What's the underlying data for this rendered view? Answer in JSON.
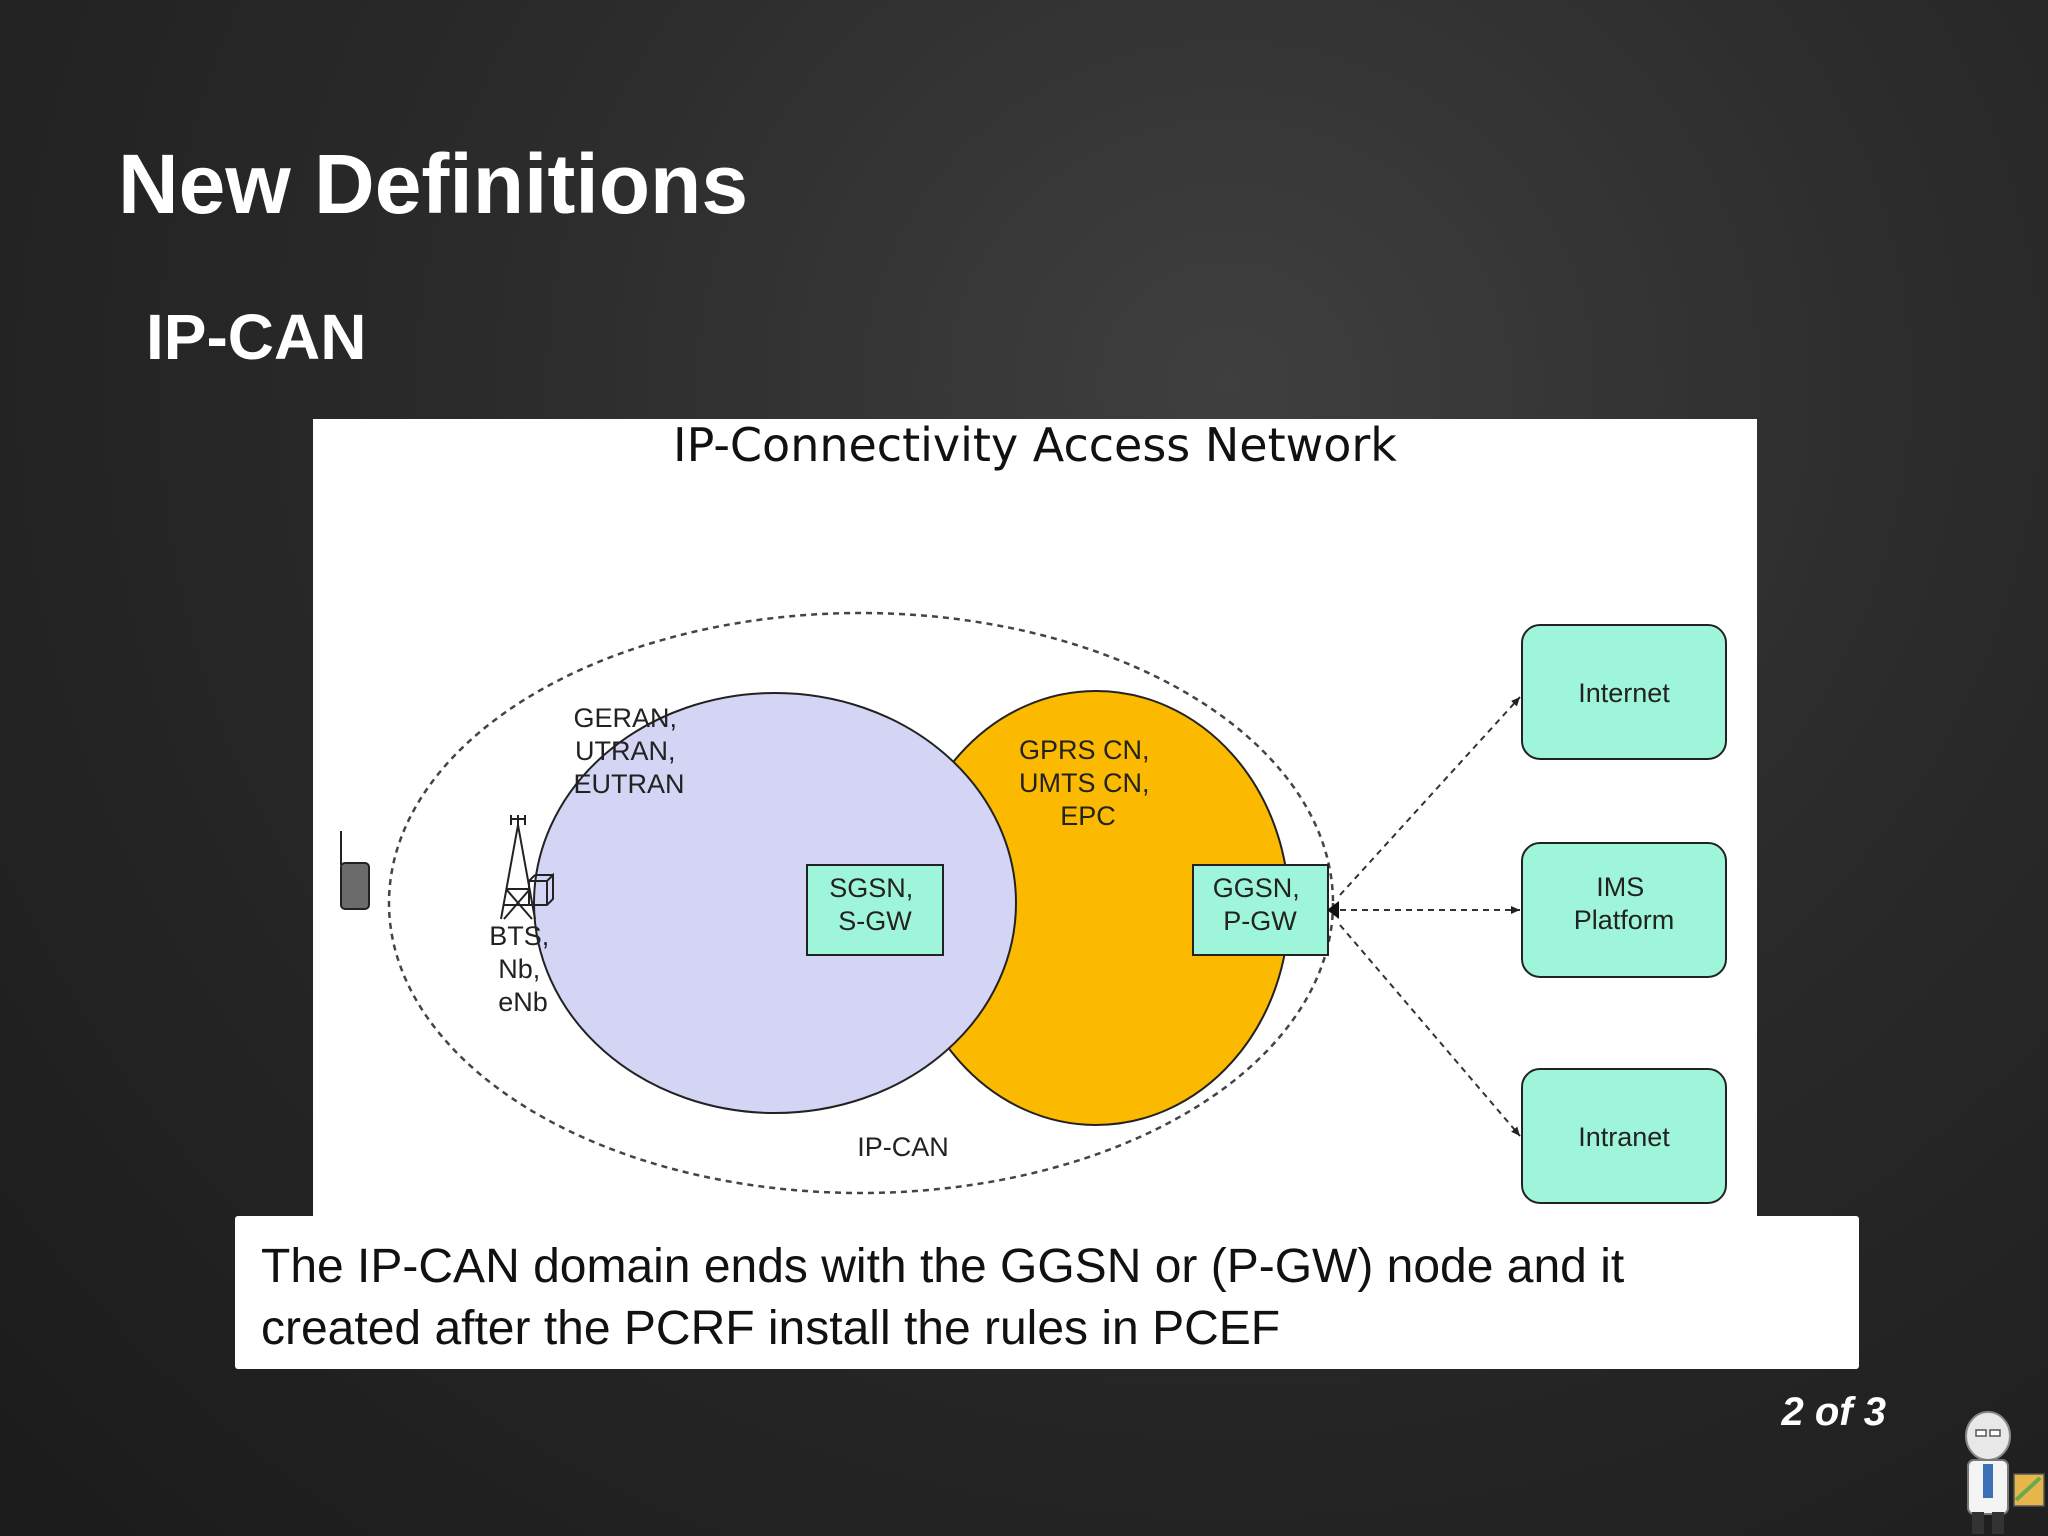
{
  "slide": {
    "title": "New Definitions",
    "subtitle": "IP-CAN",
    "page_indicator": "2 of 3"
  },
  "diagram": {
    "title": "IP-Connectivity Access Network",
    "ran": {
      "label_lines": [
        "GERAN,",
        "UTRAN,",
        "EUTRAN"
      ],
      "fill": "#d4d4f4",
      "base_station_lines": [
        "BTS,",
        "Nb,",
        "eNb"
      ]
    },
    "core": {
      "label_lines": [
        "GPRS CN,",
        "UMTS CN,",
        "EPC"
      ],
      "fill": "#fbb900"
    },
    "sgsn_node": {
      "lines": [
        "SGSN,",
        "S-GW"
      ]
    },
    "ggsn_node": {
      "lines": [
        "GGSN,",
        "P-GW"
      ]
    },
    "boundary_label": "IP-CAN",
    "node_fill": "#9ef5d9",
    "networks": [
      {
        "lines": [
          "Internet"
        ]
      },
      {
        "lines": [
          "IMS",
          "Platform"
        ]
      },
      {
        "lines": [
          "Intranet"
        ]
      }
    ]
  },
  "caption": {
    "line1": "The IP-CAN domain ends with the GGSN or (P-GW) node and it",
    "line2": "created after the PCRF install the rules in PCEF"
  }
}
